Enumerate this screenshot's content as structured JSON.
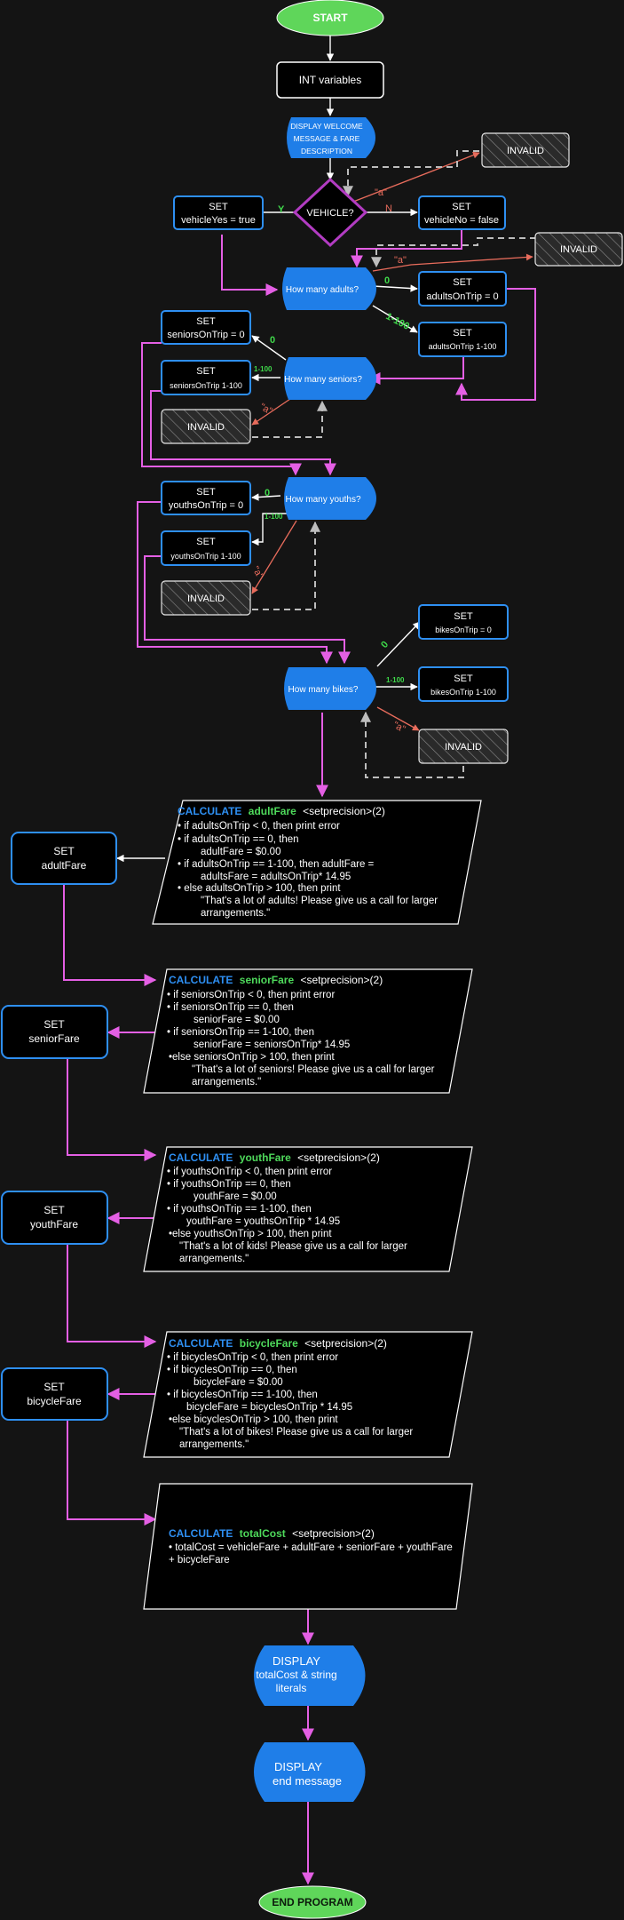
{
  "start": "START",
  "int_vars": "INT variables",
  "welcome": [
    "DISPLAY WELCOME",
    "MESSAGE & FARE",
    "DESCRIPTION"
  ],
  "vehicle": "VEHICLE?",
  "veh_yes": [
    "SET",
    "vehicleYes = true"
  ],
  "veh_no": [
    "SET",
    "vehicleNo = false"
  ],
  "yes_label": "Y",
  "no_label": "N",
  "invalid": "INVALID",
  "a_label": "\"a\"",
  "zero_label": "0",
  "range_label": "1-100",
  "adults_q": "How many adults?",
  "adults_zero": [
    "SET",
    "adultsOnTrip = 0"
  ],
  "adults_range": [
    "SET",
    "adultsOnTrip 1-100"
  ],
  "seniors_q": "How many seniors?",
  "seniors_zero": [
    "SET",
    "seniorsOnTrip = 0"
  ],
  "seniors_range": [
    "SET",
    "seniorsOnTrip 1-100"
  ],
  "youths_q": "How many youths?",
  "youths_zero": [
    "SET",
    "youthsOnTrip = 0"
  ],
  "youths_range": [
    "SET",
    "youthsOnTrip 1-100"
  ],
  "bikes_q": "How many bikes?",
  "bikes_zero": [
    "SET",
    "bikesOnTrip = 0"
  ],
  "bikes_range": [
    "SET",
    "bikesOnTrip 1-100"
  ],
  "calc_word": "CALCULATE",
  "precision": "<setprecision>(2)",
  "adult_calc": {
    "var": "adultFare",
    "lines": [
      "• if adultsOnTrip < 0, then print error",
      "• if adultsOnTrip == 0, then",
      "adultFare = $0.00",
      "• if adultsOnTrip == 1-100, then adultFare              =",
      "adultsFare = adultsOnTrip* 14.95",
      "• else adultsOnTrip > 100, then print",
      "\"That's a lot of adults! Please give us a call for larger",
      "arrangements.\""
    ]
  },
  "senior_calc": {
    "var": "seniorFare",
    "lines": [
      "• if seniorsOnTrip < 0, then print error",
      "• if seniorsOnTrip == 0, then",
      "seniorFare = $0.00",
      "• if seniorsOnTrip == 1-100, then",
      "seniorFare = seniorsOnTrip* 14.95",
      "•else seniorsOnTrip > 100, then print",
      "\"That's a lot of seniors! Please give us a call for larger",
      "arrangements.\""
    ]
  },
  "youth_calc": {
    "var": "youthFare",
    "lines": [
      "• if youthsOnTrip < 0, then print error",
      "• if youthsOnTrip == 0, then",
      "youthFare = $0.00",
      "• if youthsOnTrip == 1-100, then",
      "youthFare = youthsOnTrip * 14.95",
      "•else youthsOnTrip > 100, then print",
      "\"That's a lot of kids! Please give us a call for larger",
      "arrangements.\""
    ]
  },
  "bicycle_calc": {
    "var": "bicycleFare",
    "lines": [
      "• if bicyclesOnTrip < 0, then print error",
      "• if bicyclesOnTrip == 0, then",
      "bicycleFare = $0.00",
      "• if bicyclesOnTrip == 1-100, then",
      "bicycleFare = bicyclesOnTrip * 14.95",
      "•else bicyclesOnTrip > 100, then print",
      "\"That's a lot of bikes! Please give us a call for larger",
      "arrangements.\""
    ]
  },
  "total_calc": {
    "var": "totalCost",
    "lines": [
      "• totalCost = vehicleFare + adultFare + seniorFare + youthFare",
      "+ bicycleFare"
    ]
  },
  "set_adult": [
    "SET",
    "adultFare"
  ],
  "set_senior": [
    "SET",
    "seniorFare"
  ],
  "set_youth": [
    "SET",
    "youthFare"
  ],
  "set_bicycle": [
    "SET",
    "bicycleFare"
  ],
  "display_total": [
    "DISPLAY",
    "totalCost & string",
    "literals"
  ],
  "display_end": [
    "DISPLAY",
    "end message"
  ],
  "end": "END PROGRAM",
  "colors": {
    "start_end": "#5fd65a",
    "blue": "#1f7ee8",
    "flow": "#e45fe4",
    "decision": "#b23cc2",
    "invalid_arrow": "#e86c5c",
    "label_green": "#3fd94a"
  }
}
